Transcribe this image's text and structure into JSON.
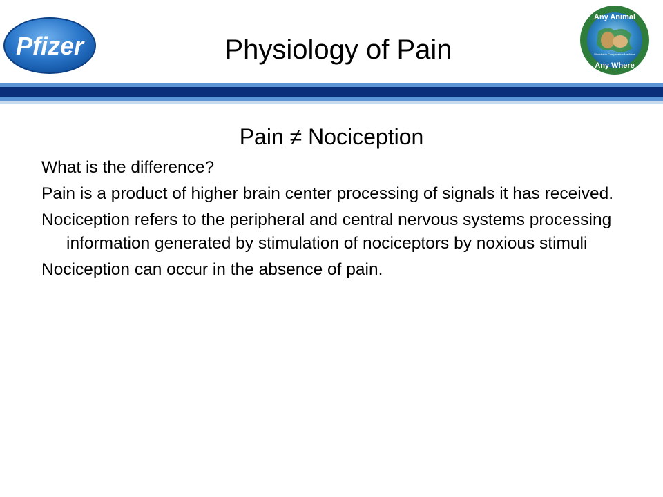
{
  "header": {
    "title": "Physiology of Pain",
    "left_logo": {
      "name": "pfizer-logo",
      "text": "Pfizer",
      "color": "#1f65b6"
    },
    "right_logo": {
      "name": "any-animal-logo",
      "top_text": "Any Animal",
      "bottom_text": "Any Where",
      "inner_text": "Worldwide Comparative Medicine"
    },
    "bar_colors": {
      "dark": "#0b2e7a",
      "light": "#5b95d6",
      "pale": "#c9d9ee"
    }
  },
  "content": {
    "subtitle": "Pain ≠ Nociception",
    "paragraphs": [
      "What is the difference?",
      "Pain is a product of higher brain center processing of signals it has received.",
      "Nociception refers to the peripheral and central nervous systems processing information generated by stimulation of nociceptors by noxious stimuli",
      "Nociception can occur in the absence of pain."
    ]
  }
}
